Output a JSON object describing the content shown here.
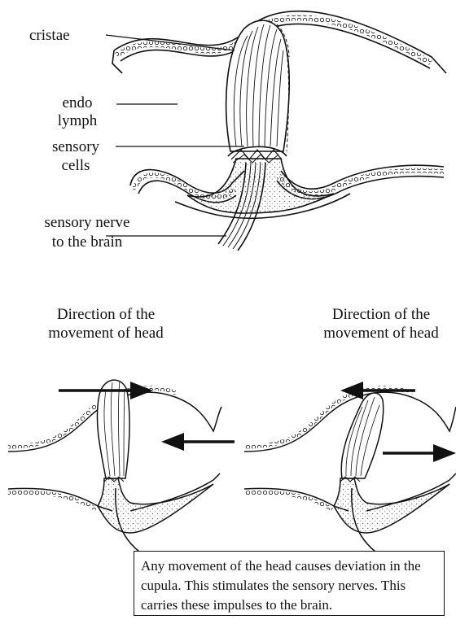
{
  "labels": {
    "cristae": "cristae",
    "endo": "endo",
    "lymph": "lymph",
    "sensory_cells_1": "sensory",
    "sensory_cells_2": "cells",
    "nerve_1": "sensory nerve",
    "nerve_2": "to the brain"
  },
  "left_panel": {
    "direction_1": "Direction of the",
    "direction_2": "movement of head"
  },
  "right_panel": {
    "direction_1": "Direction of the",
    "direction_2": "movement of head"
  },
  "caption": "Any movement of the head causes deviation in the cupula.  This stimulates the sensory nerves.  This carries these impulses to the brain.",
  "colors": {
    "ink": "#111111",
    "stipple": "#8a8a8a"
  }
}
